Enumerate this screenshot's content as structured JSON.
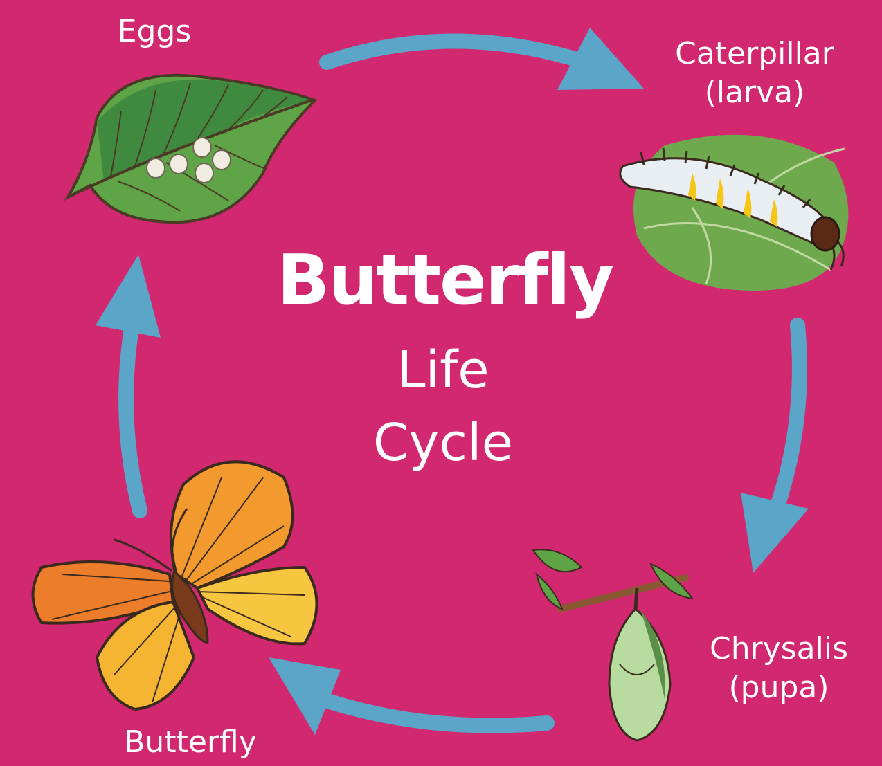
{
  "diagram": {
    "title": "Butterfly",
    "subtitle_line1": "Life",
    "subtitle_line2": "Cycle",
    "stages": [
      {
        "label_line1": "Eggs",
        "label_line2": ""
      },
      {
        "label_line1": "Caterpillar",
        "label_line2": "(larva)"
      },
      {
        "label_line1": "Chrysalis",
        "label_line2": "(pupa)"
      },
      {
        "label_line1": "Butterfly",
        "label_line2": ""
      }
    ]
  },
  "colors": {
    "background": "#d1286f",
    "arrow": "#5ba5c8",
    "text": "#ffffff"
  },
  "icons": [
    "leaf-with-eggs-icon",
    "caterpillar-icon",
    "chrysalis-icon",
    "butterfly-icon",
    "cycle-arrow-icon"
  ]
}
